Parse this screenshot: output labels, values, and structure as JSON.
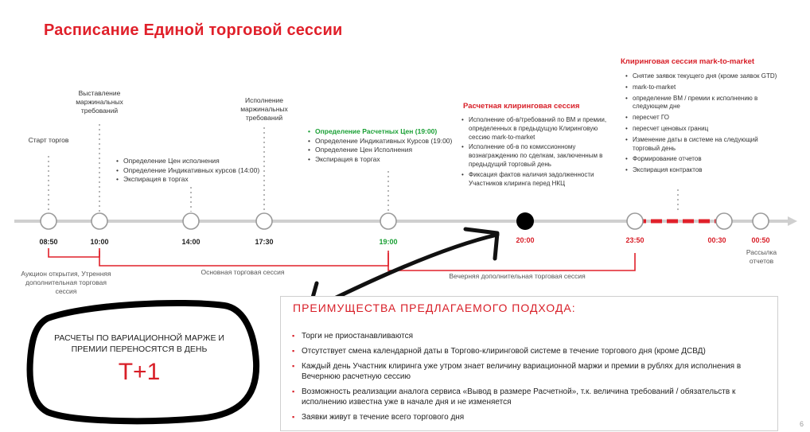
{
  "title": "Расписание Единой торговой сессии",
  "colors": {
    "accent": "#d81e27",
    "green": "#1aa035"
  },
  "timeline": {
    "points": [
      {
        "time": "08:50",
        "style": "normal"
      },
      {
        "time": "10:00",
        "style": "normal"
      },
      {
        "time": "14:00",
        "style": "normal"
      },
      {
        "time": "17:30",
        "style": "normal"
      },
      {
        "time": "19:00",
        "style": "green"
      },
      {
        "time": "20:00",
        "style": "normal"
      },
      {
        "time": "23:50",
        "style": "red"
      },
      {
        "time": "00:30",
        "style": "red"
      },
      {
        "time": "00:50",
        "style": "red"
      }
    ]
  },
  "events": {
    "start": "Старт торгов",
    "margin": "Выставление маржинальных требований",
    "margin_exec": "Исполнение маржинальных требований"
  },
  "list_1400": [
    "Определение Цен исполнения",
    "Определение Индикативных курсов (14:00)",
    "Экспирация в торгах"
  ],
  "list_1900": [
    "Определение Расчетных Цен (19:00)",
    "Определение Индикативных Курсов (19:00)",
    "Определение Цен Исполнения",
    "Экспирация в торгах"
  ],
  "settlement": {
    "title": "Расчетная клиринговая сессия",
    "items": [
      "Исполнение об-в/требований по ВМ и премии, определенных в предыдущую Клиринговую сессию mark-to-market",
      "Исполнение об-в по комиссионному вознаграждению по сделкам, заключенным в предыдущий торговый день",
      "Фиксация фактов наличия задолженности Участников клиринга перед НКЦ"
    ]
  },
  "mtm": {
    "title": "Клиринговая сессия mark-to-market",
    "items": [
      "Снятие заявок текущего дня (кроме заявок GTD)",
      "mark-to-market",
      "определение ВМ / премии к исполнению в следующем дне",
      "пересчет ГО",
      "пересчет ценовых границ",
      "Изменение даты в системе на следующий торговый день",
      "Формирование отчетов",
      "Экспирация контрактов"
    ]
  },
  "bottom": {
    "auction": "Аукцион открытия, Утренняя дополнительная торговая сессия",
    "main": "Основная торговая сессия",
    "evening": "Вечерняя дополнительная торговая сессия",
    "reports": "Рассылка отчетов"
  },
  "advantages": {
    "title": "ПРЕИМУЩЕСТВА ПРЕДЛАГАЕМОГО ПОДХОДА:",
    "items": [
      "Торги не приостанавливаются",
      "Отсутствует смена календарной даты в Торгово-клиринговой системе в течение торгового дня (кроме ДСВД)",
      "Каждый день Участник клиринга уже утром знает величину вариационной маржи и премии в рублях для исполнения в Вечернюю расчетную сессию",
      "Возможность реализации аналога сервиса «Вывод в размере Расчетной», т.к. величина требований / обязательств к исполнению известна уже в начале дня и не изменяется",
      "Заявки живут в течение всего торгового дня"
    ]
  },
  "note": {
    "text": "РАСЧЕТЫ ПО ВАРИАЦИОННОЙ МАРЖЕ И ПРЕМИИ ПЕРЕНОСЯТСЯ В ДЕНЬ",
    "big": "Т+1"
  },
  "page_number": "6"
}
